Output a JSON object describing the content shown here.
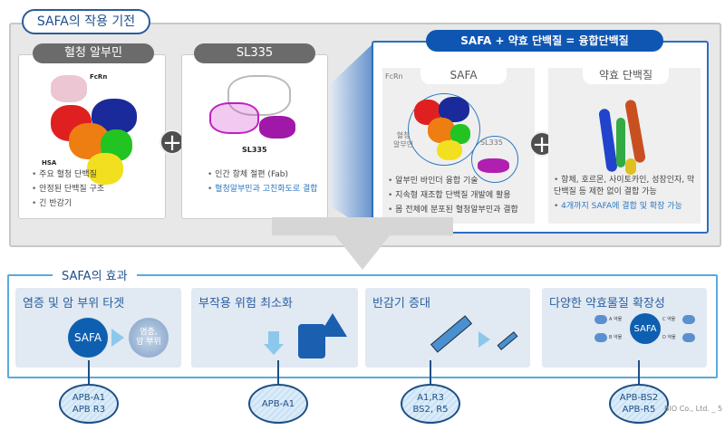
{
  "mechanism": {
    "title": "SAFA의 작용 기전",
    "albumin": {
      "header": "혈청 알부민",
      "labels": [
        "FcRn",
        "HSA"
      ],
      "bullets": [
        "주요 혈청 단백질",
        "안정된 단백질 구조",
        "긴 반감기"
      ]
    },
    "sl335": {
      "header": "SL335",
      "label": "SL335",
      "bullets": [
        "인간 항체 절편 (Fab)",
        "혈청알부민과 고친화도로 결합"
      ]
    },
    "fusion": {
      "header": "SAFA + 약효 단백질 = 융합단백질",
      "safa": {
        "header": "SAFA",
        "labels": [
          "FcRn",
          "SL335",
          "혈청\n알부민"
        ],
        "bullets": [
          "알부민 바인더 융합 기술",
          "지속형 재조합 단백질 개발에 활용",
          "몸 전체에 분포된 혈청알부민과 결합"
        ]
      },
      "drug": {
        "header": "약효 단백질",
        "bullets": [
          "항체, 호르몬, 사이토카인, 성장인자, 막 단백질 등 제한 없이 결합 가능",
          "4개까지 SAFA에 결합 및 확장 가능"
        ]
      }
    },
    "plus": "+"
  },
  "effects": {
    "title": "SAFA의 효과",
    "items": [
      {
        "title": "염증 및 암 부위 타겟",
        "safa": "SAFA",
        "target": "염증,\n암 부위",
        "codes": [
          "APB-A1",
          "APB R3"
        ]
      },
      {
        "title": "부작용 위험 최소화",
        "codes": [
          "APB-A1"
        ]
      },
      {
        "title": "반감기 증대",
        "codes": [
          "A1,R3",
          "BS2, R5"
        ]
      },
      {
        "title": "다양한 약효물질 확장성",
        "safa": "SAFA",
        "drugs": [
          "A 약물",
          "B 약물",
          "C 약물",
          "D 약물"
        ],
        "codes": [
          "APB-BS2",
          "APB-R5"
        ]
      }
    ]
  },
  "footer": "BIO Co., Ltd. _ 5",
  "colors": {
    "accent": "#0f56b3",
    "border": "#5aa9df",
    "box": "#e1e9f3"
  }
}
